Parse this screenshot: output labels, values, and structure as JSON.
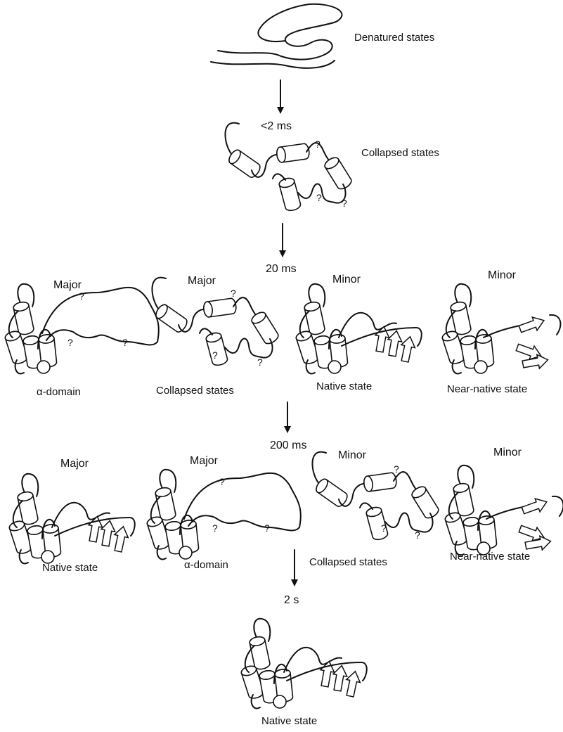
{
  "stages": {
    "denatured": "Denatured states",
    "collapsed": "Collapsed states"
  },
  "times": [
    "<2 ms",
    "20 ms",
    "200 ms",
    "2 s"
  ],
  "row20": {
    "headers": [
      "Major",
      "Major",
      "Minor",
      "Minor"
    ],
    "states": [
      "α-domain",
      "Collapsed states",
      "Native state",
      "Near-native state"
    ]
  },
  "row200": {
    "headers": [
      "Major",
      "Major",
      "Minor",
      "Minor"
    ],
    "states": [
      "Native state",
      "α-domain",
      "Collapsed states",
      "Near-native state"
    ]
  },
  "final": {
    "state": "Native state"
  },
  "unknown_mark": "?"
}
